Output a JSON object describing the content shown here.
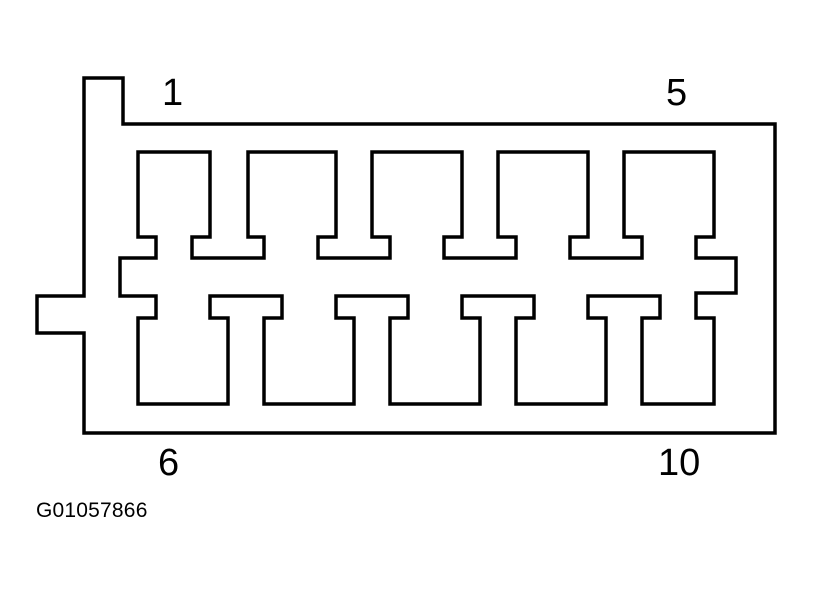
{
  "pin_labels": {
    "top_left": "1",
    "top_right": "5",
    "bottom_left": "6",
    "bottom_right": "10"
  },
  "figure_id": "G01057866",
  "colors": {
    "stroke": "#000000",
    "background": "#ffffff"
  }
}
